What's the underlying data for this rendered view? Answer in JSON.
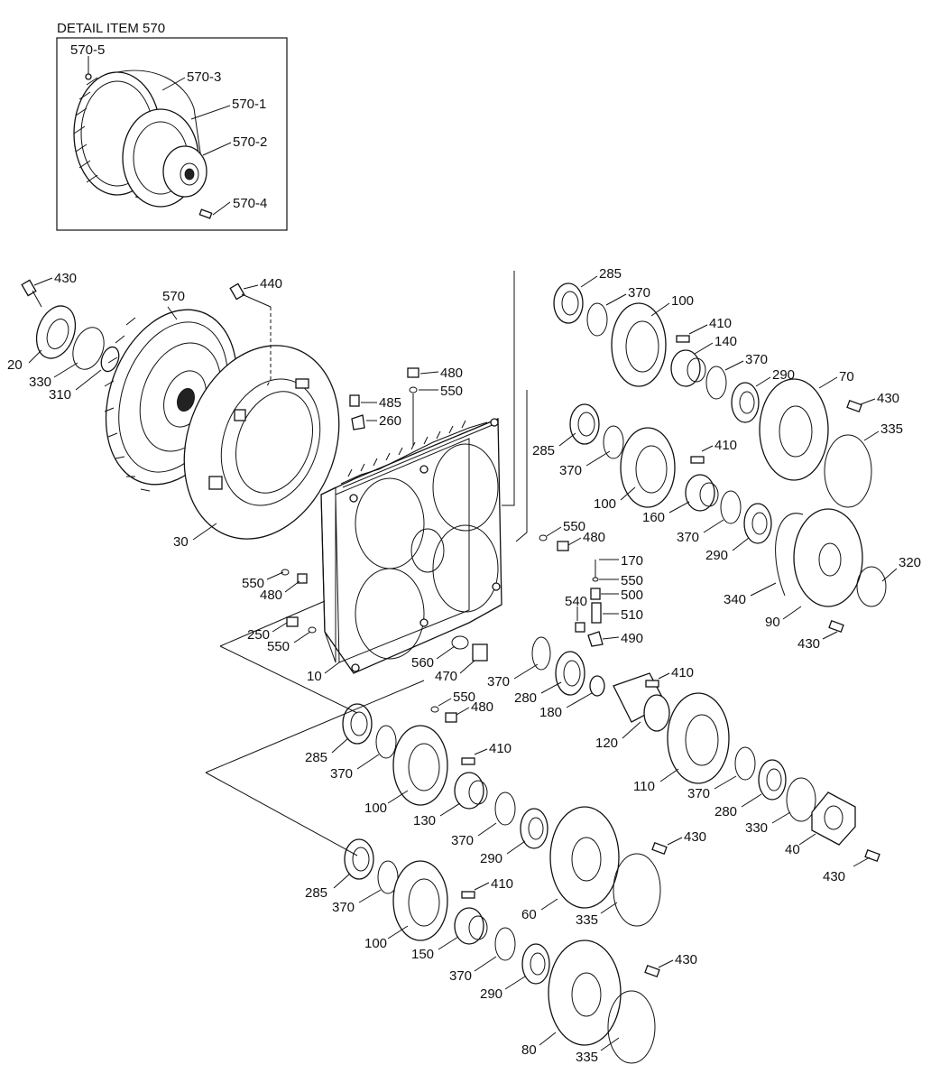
{
  "detail": {
    "title": "DETAIL ITEM 570",
    "items": [
      {
        "id": "d-570-5",
        "label": "570-5"
      },
      {
        "id": "d-570-3",
        "label": "570-3"
      },
      {
        "id": "d-570-1",
        "label": "570-1"
      },
      {
        "id": "d-570-2",
        "label": "570-2"
      },
      {
        "id": "d-570-4",
        "label": "570-4"
      }
    ]
  },
  "callouts": [
    {
      "id": "c430a",
      "label": "430"
    },
    {
      "id": "c570",
      "label": "570"
    },
    {
      "id": "c440",
      "label": "440"
    },
    {
      "id": "c20",
      "label": "20"
    },
    {
      "id": "c330a",
      "label": "330"
    },
    {
      "id": "c310",
      "label": "310"
    },
    {
      "id": "c30",
      "label": "30"
    },
    {
      "id": "c285a",
      "label": "285"
    },
    {
      "id": "c370a",
      "label": "370"
    },
    {
      "id": "c100a",
      "label": "100"
    },
    {
      "id": "c410a",
      "label": "410"
    },
    {
      "id": "c140",
      "label": "140"
    },
    {
      "id": "c370b",
      "label": "370"
    },
    {
      "id": "c290a",
      "label": "290"
    },
    {
      "id": "c70",
      "label": "70"
    },
    {
      "id": "c430b",
      "label": "430"
    },
    {
      "id": "c335a",
      "label": "335"
    },
    {
      "id": "c480a",
      "label": "480"
    },
    {
      "id": "c550a",
      "label": "550"
    },
    {
      "id": "c485",
      "label": "485"
    },
    {
      "id": "c260",
      "label": "260"
    },
    {
      "id": "c285b",
      "label": "285"
    },
    {
      "id": "c370c",
      "label": "370"
    },
    {
      "id": "c100b",
      "label": "100"
    },
    {
      "id": "c410b",
      "label": "410"
    },
    {
      "id": "c160",
      "label": "160"
    },
    {
      "id": "c370d",
      "label": "370"
    },
    {
      "id": "c290b",
      "label": "290"
    },
    {
      "id": "c550b",
      "label": "550"
    },
    {
      "id": "c480b",
      "label": "480"
    },
    {
      "id": "c170",
      "label": "170"
    },
    {
      "id": "c550c",
      "label": "550"
    },
    {
      "id": "c500",
      "label": "500"
    },
    {
      "id": "c540",
      "label": "540"
    },
    {
      "id": "c510",
      "label": "510"
    },
    {
      "id": "c490",
      "label": "490"
    },
    {
      "id": "c320",
      "label": "320"
    },
    {
      "id": "c340",
      "label": "340"
    },
    {
      "id": "c90",
      "label": "90"
    },
    {
      "id": "c430c",
      "label": "430"
    },
    {
      "id": "c550d",
      "label": "550"
    },
    {
      "id": "c480c",
      "label": "480"
    },
    {
      "id": "c250",
      "label": "250"
    },
    {
      "id": "c550e",
      "label": "550"
    },
    {
      "id": "c10",
      "label": "10"
    },
    {
      "id": "c560",
      "label": "560"
    },
    {
      "id": "c470",
      "label": "470"
    },
    {
      "id": "c370e",
      "label": "370"
    },
    {
      "id": "c280a",
      "label": "280"
    },
    {
      "id": "c180",
      "label": "180"
    },
    {
      "id": "c410c",
      "label": "410"
    },
    {
      "id": "c550f",
      "label": "550"
    },
    {
      "id": "c480d",
      "label": "480"
    },
    {
      "id": "c120",
      "label": "120"
    },
    {
      "id": "c285c",
      "label": "285"
    },
    {
      "id": "c370f",
      "label": "370"
    },
    {
      "id": "c410d",
      "label": "410"
    },
    {
      "id": "c100c",
      "label": "100"
    },
    {
      "id": "c130",
      "label": "130"
    },
    {
      "id": "c110",
      "label": "110"
    },
    {
      "id": "c370g",
      "label": "370"
    },
    {
      "id": "c280b",
      "label": "280"
    },
    {
      "id": "c330b",
      "label": "330"
    },
    {
      "id": "c370h",
      "label": "370"
    },
    {
      "id": "c290c",
      "label": "290"
    },
    {
      "id": "c430d",
      "label": "430"
    },
    {
      "id": "c40",
      "label": "40"
    },
    {
      "id": "c430e",
      "label": "430"
    },
    {
      "id": "c285d",
      "label": "285"
    },
    {
      "id": "c370i",
      "label": "370"
    },
    {
      "id": "c410e",
      "label": "410"
    },
    {
      "id": "c60",
      "label": "60"
    },
    {
      "id": "c335b",
      "label": "335"
    },
    {
      "id": "c100d",
      "label": "100"
    },
    {
      "id": "c150",
      "label": "150"
    },
    {
      "id": "c370j",
      "label": "370"
    },
    {
      "id": "c290d",
      "label": "290"
    },
    {
      "id": "c430f",
      "label": "430"
    },
    {
      "id": "c80",
      "label": "80"
    },
    {
      "id": "c335c",
      "label": "335"
    }
  ]
}
